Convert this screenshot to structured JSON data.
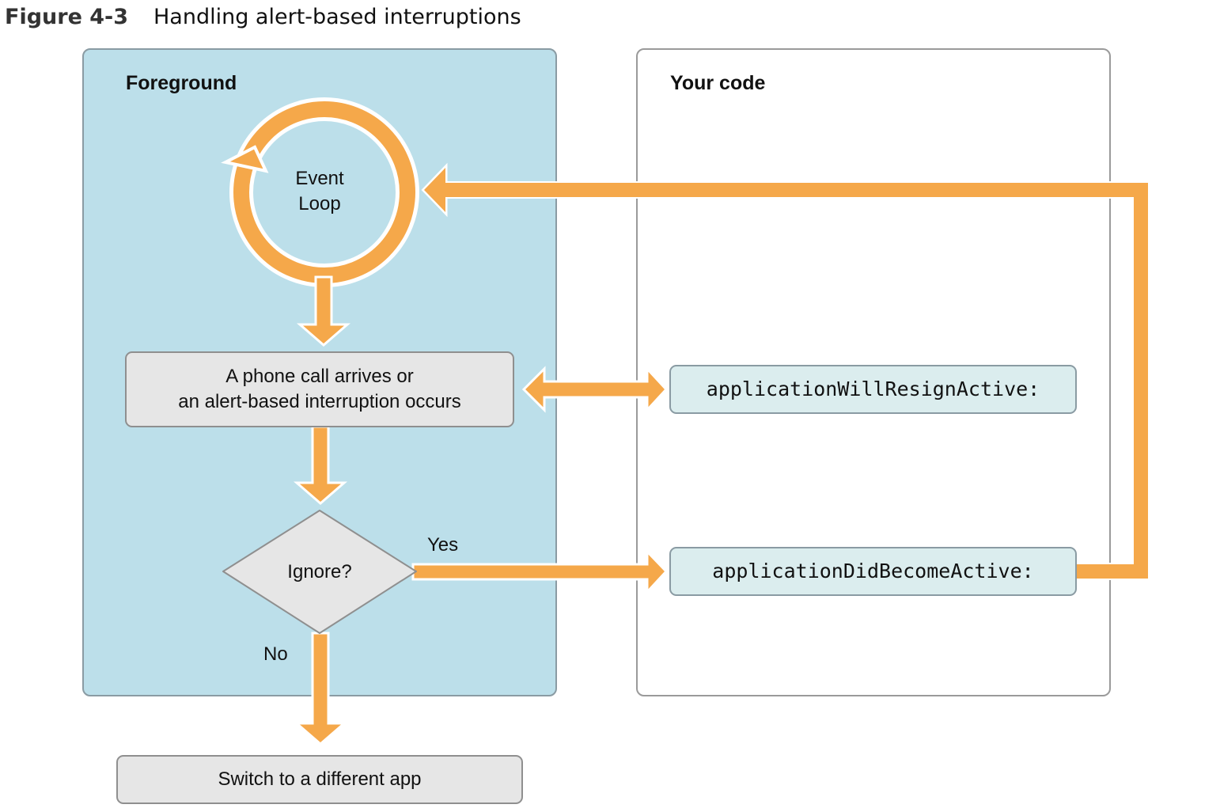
{
  "figure": {
    "number": "Figure 4-3",
    "title": "Handling alert-based interruptions"
  },
  "panels": {
    "foreground": {
      "title": "Foreground"
    },
    "your_code": {
      "title": "Your code"
    }
  },
  "nodes": {
    "event_loop": "Event\nLoop",
    "interruption": "A phone call arrives or\nan alert-based interruption occurs",
    "decision": "Ignore?",
    "switch_app": "Switch to a different app",
    "will_resign": "applicationWillResignActive:",
    "did_become": "applicationDidBecomeActive:"
  },
  "edge_labels": {
    "yes": "Yes",
    "no": "No"
  },
  "colors": {
    "arrow": "#f5a84a",
    "foreground_bg": "#bcdfea",
    "gray_box": "#e6e6e6",
    "code_box": "#dbedee"
  }
}
